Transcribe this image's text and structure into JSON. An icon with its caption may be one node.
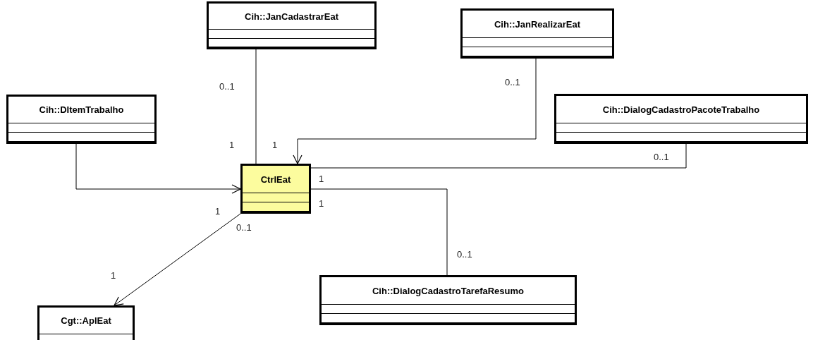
{
  "diagram": {
    "nodes": [
      {
        "text": [
          "Cih::JanCadastrarEat"
        ]
      },
      {
        "text": [
          "Cih::JanRealizarEat"
        ]
      },
      {
        "text": [
          "Cih::DItemTrabalho"
        ]
      },
      {
        "text": [
          "Cih::DialogCadastroPacoteTrabalho"
        ]
      },
      {
        "text": [
          "CtrlEat"
        ]
      },
      {
        "text": [
          "Cih::DialogCadastroTarefaResumo"
        ]
      },
      {
        "text": [
          "Cgt::AplEat"
        ]
      }
    ],
    "edges": [
      {
        "from": 0,
        "to": 4,
        "arrow": "none"
      },
      {
        "from": 1,
        "to": 4,
        "arrow": "to"
      },
      {
        "from": 2,
        "to": 4,
        "arrow": "to"
      },
      {
        "from": 3,
        "to": 4,
        "arrow": "none"
      },
      {
        "from": 4,
        "to": 5,
        "arrow": "none"
      },
      {
        "from": 4,
        "to": 6,
        "arrow": "to"
      }
    ],
    "labels": [
      "0..1",
      "0..1",
      "1",
      "1",
      "0..1",
      "1",
      "1",
      "1",
      "0..1",
      "0..1",
      "1"
    ]
  }
}
